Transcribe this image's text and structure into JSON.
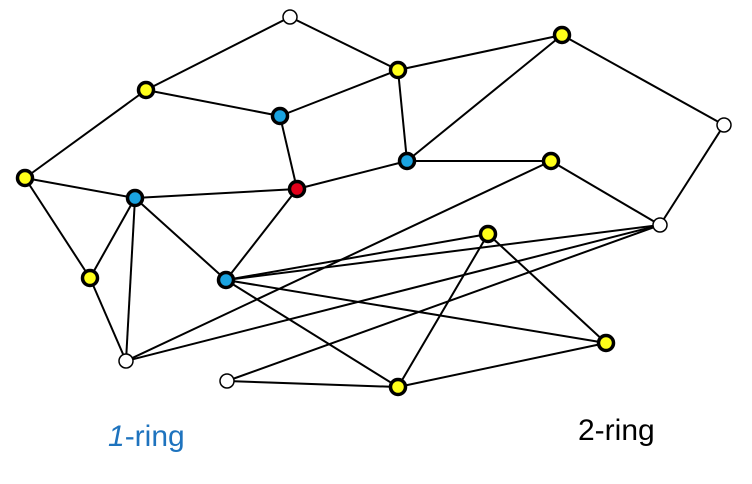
{
  "colors": {
    "center": "#e2001a",
    "one_ring": "#1aa3e0",
    "two_ring": "#ffff1a",
    "outer": "#ffffff",
    "edge": "#000000",
    "one_ring_label": "#1e73be",
    "two_ring_label": "#000000"
  },
  "labels": {
    "one_ring": {
      "number": "1",
      "suffix": "-ring"
    },
    "two_ring": "2-ring"
  },
  "graph": {
    "nodes": [
      {
        "id": "n1",
        "ring": "outer"
      },
      {
        "id": "n2",
        "ring": "two"
      },
      {
        "id": "n3",
        "ring": "two"
      },
      {
        "id": "n4",
        "ring": "two"
      },
      {
        "id": "n5",
        "ring": "one"
      },
      {
        "id": "n6",
        "ring": "outer"
      },
      {
        "id": "n7",
        "ring": "two"
      },
      {
        "id": "n8",
        "ring": "one"
      },
      {
        "id": "n9",
        "ring": "two"
      },
      {
        "id": "n10",
        "ring": "center"
      },
      {
        "id": "n11",
        "ring": "one"
      },
      {
        "id": "n12",
        "ring": "outer"
      },
      {
        "id": "n13",
        "ring": "two"
      },
      {
        "id": "n14",
        "ring": "two"
      },
      {
        "id": "n15",
        "ring": "one"
      },
      {
        "id": "n16",
        "ring": "outer"
      },
      {
        "id": "n17",
        "ring": "two"
      },
      {
        "id": "n18",
        "ring": "two"
      },
      {
        "id": "n19",
        "ring": "outer"
      }
    ],
    "edges": [
      [
        "n1",
        "n2"
      ],
      [
        "n1",
        "n3"
      ],
      [
        "n2",
        "n5"
      ],
      [
        "n2",
        "n7"
      ],
      [
        "n3",
        "n5"
      ],
      [
        "n3",
        "n4"
      ],
      [
        "n3",
        "n8"
      ],
      [
        "n4",
        "n8"
      ],
      [
        "n4",
        "n6"
      ],
      [
        "n5",
        "n10"
      ],
      [
        "n6",
        "n12"
      ],
      [
        "n7",
        "n11"
      ],
      [
        "n7",
        "n13"
      ],
      [
        "n11",
        "n13"
      ],
      [
        "n11",
        "n10"
      ],
      [
        "n11",
        "n15"
      ],
      [
        "n11",
        "n16"
      ],
      [
        "n13",
        "n16"
      ],
      [
        "n10",
        "n15"
      ],
      [
        "n15",
        "n12"
      ],
      [
        "n15",
        "n14"
      ],
      [
        "n15",
        "n18"
      ],
      [
        "n15",
        "n17"
      ],
      [
        "n8",
        "n9"
      ],
      [
        "n9",
        "n12"
      ],
      [
        "n16",
        "n12"
      ],
      [
        "n9",
        "n16"
      ],
      [
        "n12",
        "n19"
      ],
      [
        "n14",
        "n17"
      ],
      [
        "n14",
        "n18"
      ],
      [
        "n17",
        "n18"
      ],
      [
        "n19",
        "n18"
      ],
      [
        "n8",
        "n4"
      ],
      [
        "n10",
        "n8"
      ],
      [
        "n8",
        "n9"
      ]
    ]
  }
}
